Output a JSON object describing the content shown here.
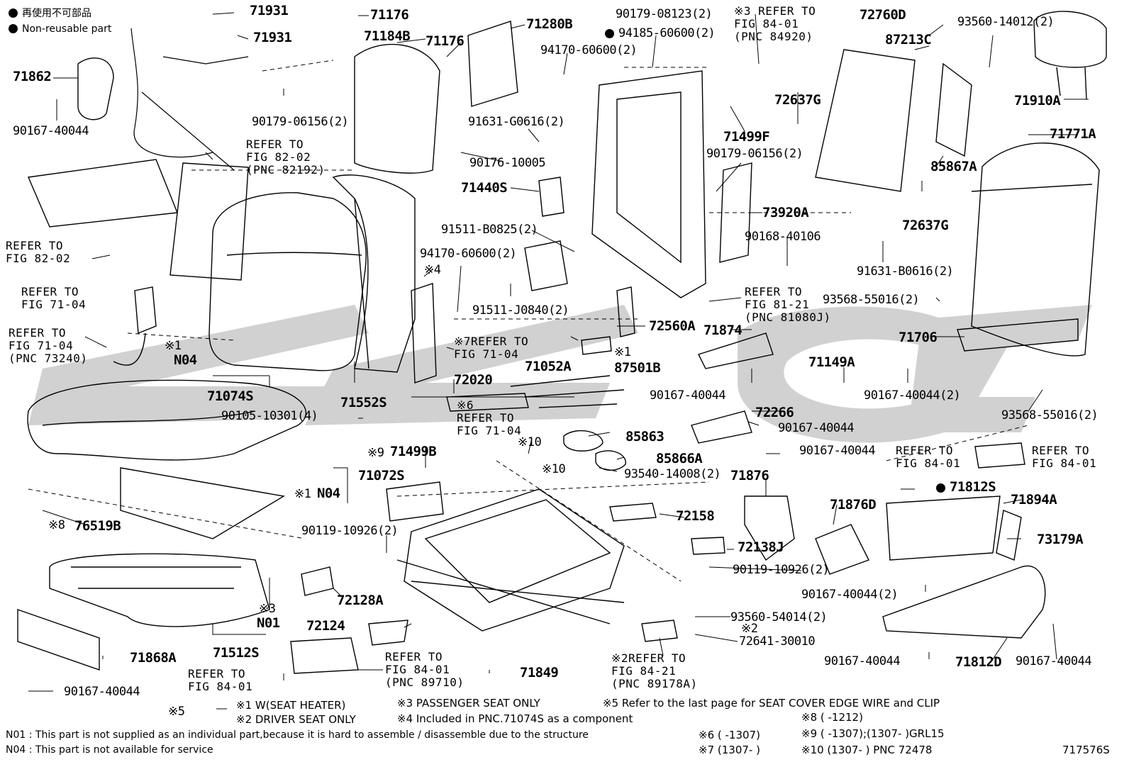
{
  "legend": {
    "jp": "再使用不可部品",
    "en": "Non-reusable part"
  },
  "watermark": "ZZGC",
  "figure_id": "717576S",
  "labels": {
    "p71931a": "71931",
    "p71931b": "71931",
    "p71176a": "71176",
    "p71184B": "71184B",
    "p71176b": "71176",
    "p71280B": "71280B",
    "q90179_08123": "90179-08123(2)",
    "note3_ref": "※3 REFER TO\nFIG 84-01\n(PNC 84920)",
    "p72760D": "72760D",
    "p87213C": "87213C",
    "q93560_14012": "93560-14012(2)",
    "p71862": "71862",
    "q94185_60600": "94185-60600(2)",
    "q94170_60600a": "94170-60600(2)",
    "q90167_40044a": "90167-40044",
    "p72637Ga": "72637G",
    "p71910A": "71910A",
    "q90179_06156a": "90179-06156(2)",
    "ref82_02a": "REFER TO\nFIG 82-02\n(PNC 82192)",
    "q91631_G0616": "91631-G0616(2)",
    "p71499F": "71499F",
    "q90179_06156b": "90179-06156(2)",
    "p71771A": "71771A",
    "q90176_10005": "90176-10005",
    "p85867A": "85867A",
    "p71440S": "71440S",
    "p72637Gb": "72637G",
    "p73920A": "73920A",
    "ref82_02b": "REFER TO\nFIG 82-02",
    "q91511_B0825": "91511-B0825(2)",
    "q90168_40106": "90168-40106",
    "q94170_60600b": "94170-60600(2)",
    "q91631_B0616": "91631-B0616(2)",
    "note4a": "※4",
    "ref71_04a": "REFER TO\nFIG 71-04",
    "q91511_J0840": "91511-J0840(2)",
    "ref81_21": "REFER TO\nFIG 81-21\n(PNC 81080J)",
    "q93568_55016a": "93568-55016(2)",
    "ref71_04b": "REFER TO\nFIG 71-04\n(PNC 73240)",
    "p72560A": "72560A",
    "p71874": "71874",
    "p71706": "71706",
    "note7_ref": "※7REFER TO\nFIG 71-04",
    "note1a": "※1",
    "n04a": "N04",
    "p71052A": "71052A",
    "note1b": "※1",
    "p87501B": "87501B",
    "p71149A": "71149A",
    "p72020": "72020",
    "q90167_40044b": "90167-40044",
    "q90167_40044_2a": "90167-40044(2)",
    "p71074S": "71074S",
    "p71552S": "71552S",
    "note6_ref": "※6\nREFER TO\nFIG 71-04",
    "q93568_55016b": "93568-55016(2)",
    "q90105_10301": "90105-10301(4)",
    "p72266": "72266",
    "q90167_40044c": "90167-40044",
    "p85863": "85863",
    "note9": "※9",
    "p71499B": "71499B",
    "note10a": "※10",
    "q90167_40044d": "90167-40044",
    "ref84_01a": "REFER TO\nFIG 84-01",
    "ref84_01b": "REFER TO\nFIG 84-01",
    "p85866A": "85866A",
    "p71072S": "71072S",
    "note10b": "※10",
    "q93540_14008": "93540-14008(2)",
    "p71876": "71876",
    "note1c": "※1",
    "n04b": "N04",
    "p71812S": "71812S",
    "p71894A": "71894A",
    "note8": "※8",
    "p76519B": "76519B",
    "p72158": "72158",
    "p71876D": "71876D",
    "q90119_10926a": "90119-10926(2)",
    "p73179A": "73179A",
    "p72138J": "72138J",
    "q90119_10926b": "90119-10926(2)",
    "q90167_40044_2b": "90167-40044(2)",
    "note3b": "※3",
    "p72128A": "72128A",
    "n01": "N01",
    "q93560_54014": "93560-54014(2)",
    "p72124": "72124",
    "note2a": "※2",
    "q72641_30010": "72641-30010",
    "p71512S": "71512S",
    "ref84_01c": "REFER TO\nFIG 84-01\n(PNC 89710)",
    "p71868A": "71868A",
    "note2_ref": "※2REFER TO\nFIG 84-21\n(PNC 89178A)",
    "q90167_40044e": "90167-40044",
    "p71812D": "71812D",
    "q90167_40044f": "90167-40044",
    "p71849": "71849",
    "ref84_01d": "REFER TO\nFIG 84-01",
    "q90167_40044g": "90167-40044",
    "note5": "※5"
  },
  "footnotes": {
    "f1": "※1 W(SEAT HEATER)",
    "f3": "※3 PASSENGER SEAT ONLY",
    "f5": "※5 Refer to the last page for SEAT COVER EDGE WIRE and CLIP",
    "f2": "※2 DRIVER SEAT ONLY",
    "f4": "※4 Included in PNC.71074S as a component",
    "f8": "※8 (      -1212)",
    "f6": "※6 (      -1307)",
    "f9": "※9 (      -1307);(1307-      )GRL15",
    "f7": "※7 (1307-      )",
    "f10": "※10 (1307-      ) PNC 72478",
    "n01": "N01 : This part is not supplied as an individual part,because it is hard to assemble / disassemble due to the structure",
    "n04": "N04 : This part is not available for service"
  }
}
